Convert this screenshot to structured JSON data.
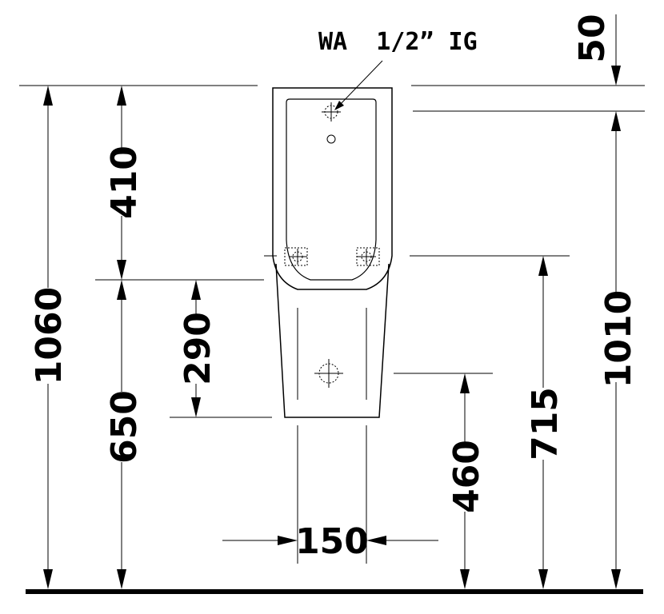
{
  "label": {
    "connection": "WA  1/2” IG"
  },
  "dimensions": {
    "top_offset": "50",
    "upper_height": "410",
    "total_height": "1060",
    "lower_height": "650",
    "bracket_height": "290",
    "inlet_height": "1010",
    "fixing_height": "715",
    "outlet_height": "460",
    "outlet_width": "150"
  },
  "colors": {
    "line": "#000000",
    "background": "#ffffff"
  }
}
